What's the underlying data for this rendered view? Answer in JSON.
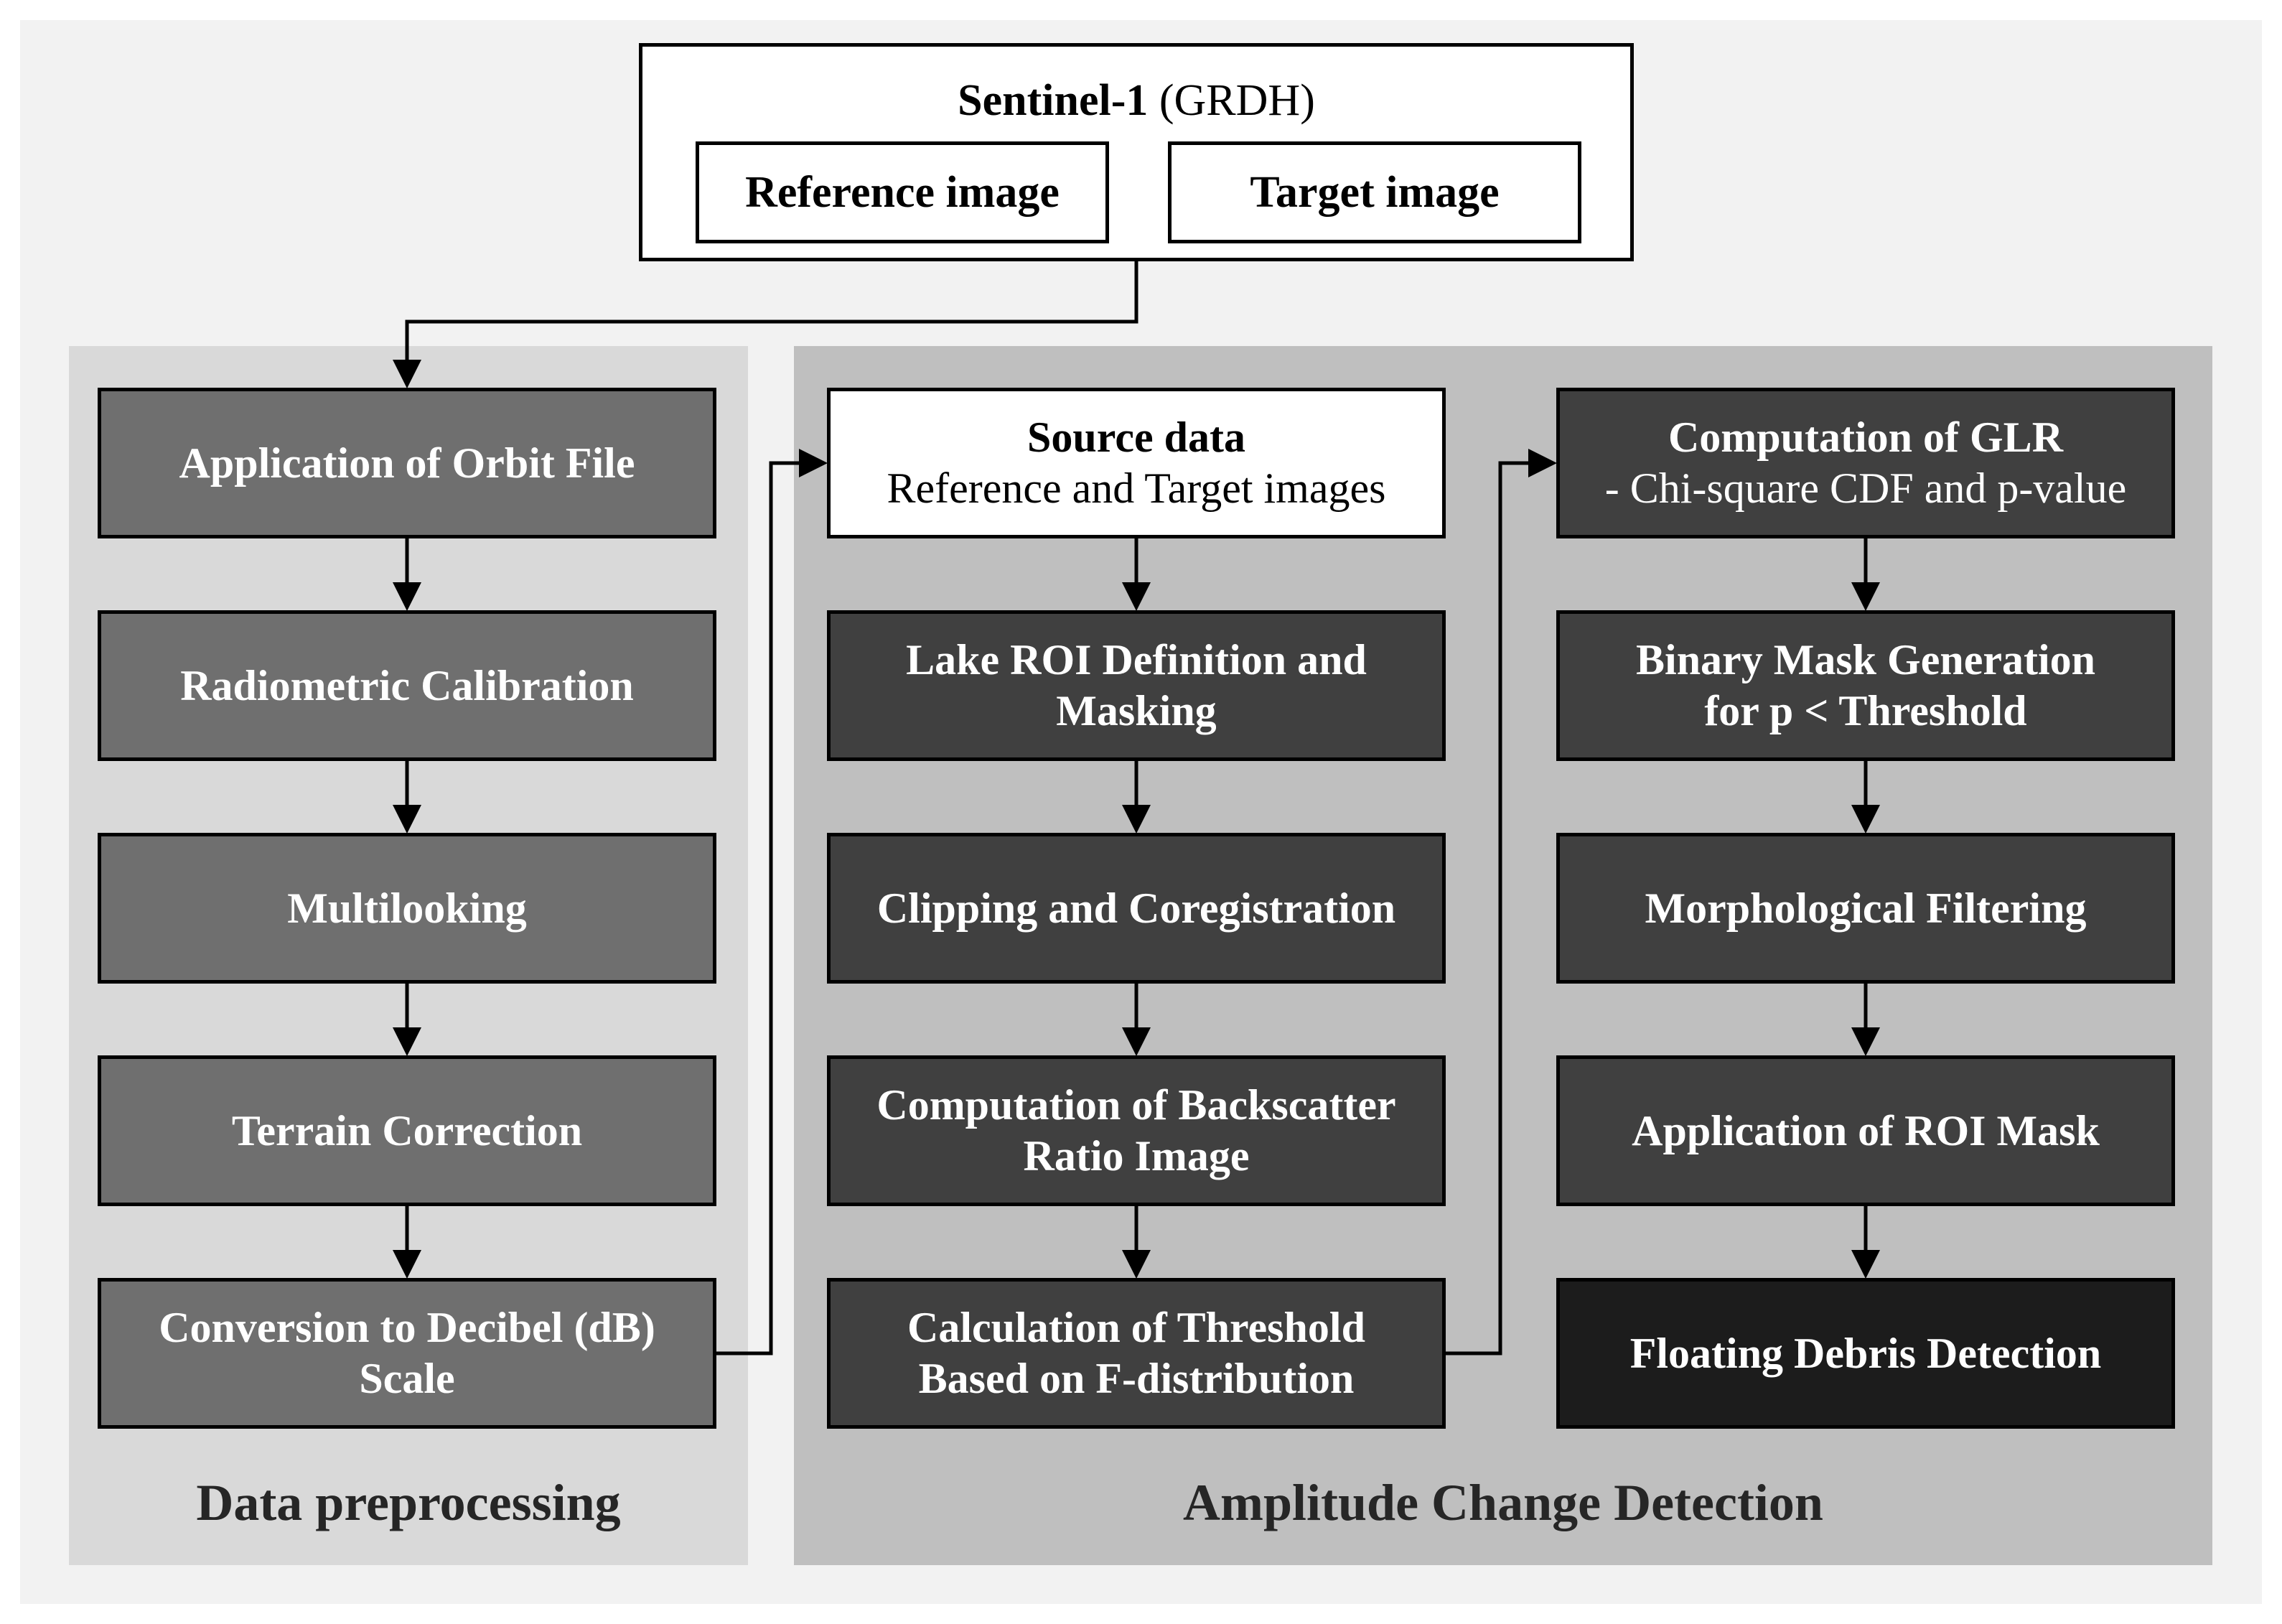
{
  "source": {
    "title_bold": "Sentinel-1",
    "title_rest": "(GRDH)",
    "reference": "Reference image",
    "target": "Target image"
  },
  "preprocessing": {
    "label": "Data preprocessing",
    "steps": [
      "Application of Orbit File",
      "Radiometric Calibration",
      "Multilooking",
      "Terrain Correction",
      [
        "Conversion to Decibel (dB)",
        "Scale"
      ]
    ]
  },
  "detection": {
    "label": "Amplitude Change Detection",
    "source_data": {
      "title": "Source data",
      "subtitle": "Reference and Target images"
    },
    "col1": [
      [
        "Lake ROI Definition and",
        "Masking"
      ],
      [
        "Clipping and Coregistration"
      ],
      [
        "Computation of Backscatter",
        "Ratio Image"
      ],
      [
        "Calculation of Threshold",
        "Based on F-distribution"
      ]
    ],
    "col2": [
      [
        "Computation of GLR",
        "- Chi-square CDF and p-value"
      ],
      [
        "Binary Mask Generation",
        "for p < Threshold"
      ],
      [
        "Morphological Filtering"
      ],
      [
        "Application of ROI Mask"
      ],
      [
        "Floating Debris Detection"
      ]
    ]
  },
  "colors": {
    "preprocessing_box": "#6f6f6f",
    "detection_box": "#404040",
    "final_box": "#1c1c1c",
    "preprocessing_panel": "#d9d9d9",
    "detection_panel": "#bfbfbf"
  }
}
